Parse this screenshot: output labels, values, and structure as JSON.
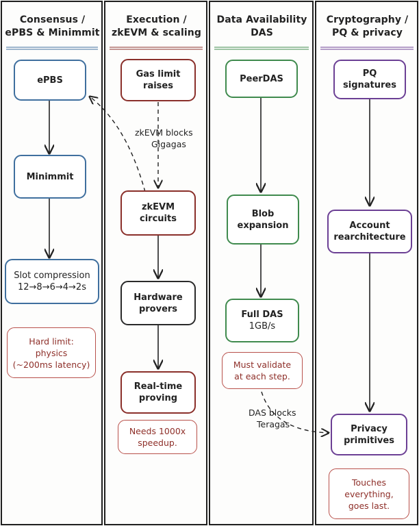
{
  "columns": [
    {
      "title_lines": [
        "Consensus /",
        "ePBS & Minimmit"
      ],
      "accent": "#3f6f9e"
    },
    {
      "title_lines": [
        "Execution /",
        "zkEVM & scaling"
      ],
      "accent": "#8a2f2a"
    },
    {
      "title_lines": [
        "Data Availability",
        "DAS"
      ],
      "accent": "#3f8a4d"
    },
    {
      "title_lines": [
        "Cryptography /",
        "PQ & privacy"
      ],
      "accent": "#6b3f94"
    }
  ],
  "nodes": {
    "epbs": [
      "ePBS"
    ],
    "minimmit": [
      "Minimmit"
    ],
    "slot_compression": [
      "Slot compression",
      "12→8→6→4→2s"
    ],
    "gas_limit": [
      "Gas limit",
      "raises"
    ],
    "zkevm_circuits": [
      "zkEVM",
      "circuits"
    ],
    "hardware_provers": [
      "Hardware",
      "provers"
    ],
    "realtime_proving": [
      "Real-time",
      "proving"
    ],
    "peerdas": [
      "PeerDAS"
    ],
    "blob_expansion": [
      "Blob",
      "expansion"
    ],
    "full_das": [
      "Full DAS",
      "1GB/s"
    ],
    "pq_signatures": [
      "PQ",
      "signatures"
    ],
    "account_rearch": [
      "Account",
      "rearchitecture"
    ],
    "privacy_primitives": [
      "Privacy",
      "primitives"
    ]
  },
  "notes": {
    "hard_limit": [
      "Hard limit:",
      "physics",
      "(~200ms latency)"
    ],
    "needs_speedup": [
      "Needs 1000x",
      "speedup."
    ],
    "must_validate": [
      "Must validate",
      "at each step."
    ],
    "touches_everything": [
      "Touches",
      "everything,",
      "goes last."
    ]
  },
  "edge_labels": {
    "zkevm_blocks": [
      "zkEVM blocks",
      "Gigagas"
    ],
    "das_blocks": [
      "DAS blocks",
      "Teragas"
    ]
  },
  "colors": {
    "blue": "#3f6f9e",
    "red": "#8a2f2a",
    "green": "#3f8a4d",
    "purple": "#6b3f94",
    "note_red": "#8e2f29"
  }
}
